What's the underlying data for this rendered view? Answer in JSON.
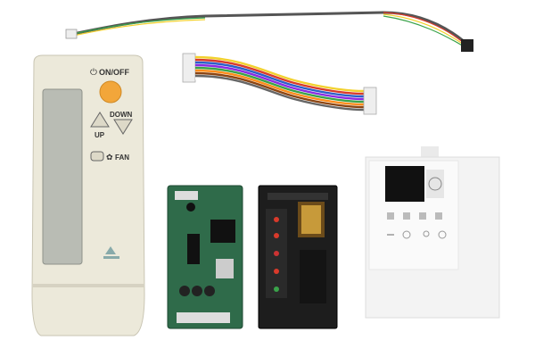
{
  "remote": {
    "power_label": "ON/OFF",
    "up_label": "UP",
    "down_label": "DOWN",
    "fan_label": "FAN",
    "brand_logo": "daikin-logo",
    "colors": {
      "body": "#ece9da",
      "lcd": "#b9bcb4",
      "power_button": "#f2a63a"
    }
  },
  "cables": {
    "long_cable_colors": [
      "#444444",
      "#3aa34a",
      "#f2d12e",
      "#d93a2b",
      "#ffffff"
    ],
    "ribbon_colors": [
      "#f2d12e",
      "#d93a2b",
      "#2a5fc9",
      "#8a2be2",
      "#3aa34a",
      "#ff8c1a",
      "#8b4513",
      "#666666",
      "#ffffff"
    ]
  },
  "boards": {
    "pcb_color": "#2f6b4a",
    "adapter_color": "#1d1d1d"
  },
  "wall_controller": {
    "body_color": "#f3f3f3",
    "display_color": "#111111"
  }
}
